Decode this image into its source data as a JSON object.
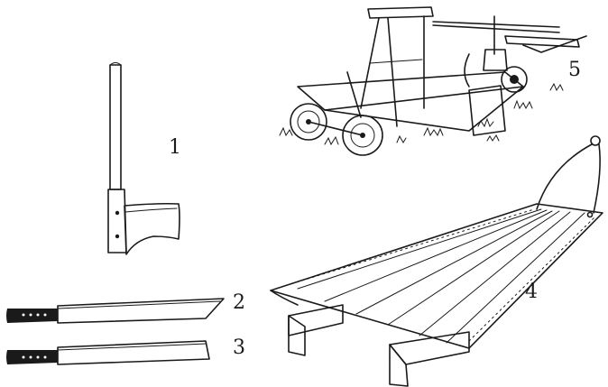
{
  "figure_labels": {
    "tool_1": "1",
    "tool_2": "2",
    "tool_3": "3",
    "tool_4": "4",
    "tool_5": "5"
  },
  "icons": {
    "tool_1": "long-handled-hook-knife-icon",
    "tool_2": "pointed-machete-icon",
    "tool_3": "square-tip-machete-icon",
    "tool_4": "cane-sled-icon",
    "tool_5": "cane-cutting-machine-icon"
  }
}
